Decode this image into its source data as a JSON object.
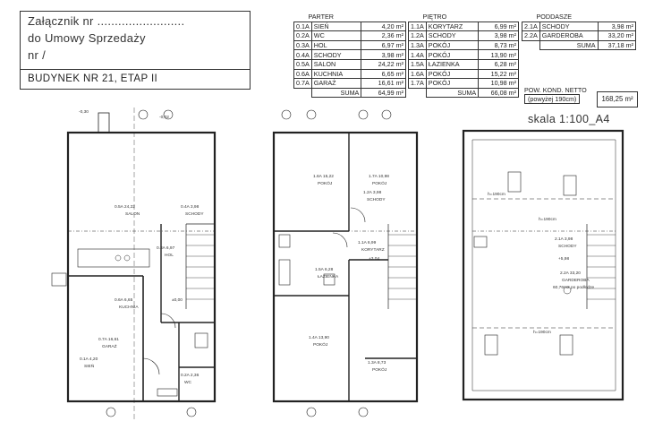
{
  "annex": {
    "line1": "Załącznik nr .........................",
    "line2": "do Umowy Sprzedaży",
    "line3": "nr         /",
    "building": "BUDYNEK NR 21, ETAP II"
  },
  "parter": {
    "title": "PARTER",
    "rows": [
      {
        "code": "0.1A",
        "name": "SIEŃ",
        "area": "4,20 m²"
      },
      {
        "code": "0.2A",
        "name": "WC",
        "area": "2,36 m²"
      },
      {
        "code": "0.3A",
        "name": "HOL",
        "area": "6,97 m²"
      },
      {
        "code": "0.4A",
        "name": "SCHODY",
        "area": "3,98 m²"
      },
      {
        "code": "0.5A",
        "name": "SALON",
        "area": "24,22 m²"
      },
      {
        "code": "0.6A",
        "name": "KUCHNIA",
        "area": "6,65 m²"
      },
      {
        "code": "0.7A",
        "name": "GARAŻ",
        "area": "16,61 m²"
      }
    ],
    "sum_label": "SUMA",
    "sum": "64,99 m²"
  },
  "pietro": {
    "title": "PIĘTRO",
    "rows": [
      {
        "code": "1.1A",
        "name": "KORYTARZ",
        "area": "6,99 m²"
      },
      {
        "code": "1.2A",
        "name": "SCHODY",
        "area": "3,98 m²"
      },
      {
        "code": "1.3A",
        "name": "POKÓJ",
        "area": "8,73 m²"
      },
      {
        "code": "1.4A",
        "name": "POKÓJ",
        "area": "13,90 m²"
      },
      {
        "code": "1.5A",
        "name": "ŁAZIENKA",
        "area": "6,28 m²"
      },
      {
        "code": "1.6A",
        "name": "POKÓJ",
        "area": "15,22 m²"
      },
      {
        "code": "1.7A",
        "name": "POKÓJ",
        "area": "10,98 m²"
      }
    ],
    "sum_label": "SUMA",
    "sum": "66,08 m²"
  },
  "poddasze": {
    "title": "PODDASZE",
    "rows": [
      {
        "code": "2.1A",
        "name": "SCHODY",
        "area": "3,98 m²"
      },
      {
        "code": "2.2A",
        "name": "GARDEROBA",
        "area": "33,20 m²"
      }
    ],
    "sum_label": "SUMA",
    "sum": "37,18 m²"
  },
  "net": {
    "label1": "POW. KOND. NETTO",
    "label2": "(powyżej 190cm)",
    "value": "168,25 m²"
  },
  "scale": "skala 1:100_A4",
  "plan_labels": {
    "ground": [
      {
        "t": "0.5A  24,22"
      },
      {
        "t": "SALON"
      },
      {
        "t": "0.4A  3,98"
      },
      {
        "t": "SCHODY"
      },
      {
        "t": "0.3A  6,97"
      },
      {
        "t": "HOL"
      },
      {
        "t": "0.6A  6,65"
      },
      {
        "t": "KUCHNIA"
      },
      {
        "t": "0.7A  16,61"
      },
      {
        "t": "GARAŻ"
      },
      {
        "t": "0.1A  4,20"
      },
      {
        "t": "SIEŃ"
      },
      {
        "t": "0.2A  2,36"
      },
      {
        "t": "WC"
      },
      {
        "t": "±0,00"
      },
      {
        "t": "-0,30"
      },
      {
        "t": "-0,02"
      }
    ],
    "first": [
      {
        "t": "1.6A  15,22"
      },
      {
        "t": "POKÓJ"
      },
      {
        "t": "1.7A  10,98"
      },
      {
        "t": "POKÓJ"
      },
      {
        "t": "1.2A  3,98"
      },
      {
        "t": "SCHODY"
      },
      {
        "t": "1.1A  6,99"
      },
      {
        "t": "KORYTARZ"
      },
      {
        "t": "1.5A  6,28"
      },
      {
        "t": "ŁAZIENKA"
      },
      {
        "t": "1.4A  13,90"
      },
      {
        "t": "POKÓJ"
      },
      {
        "t": "1.3A  8,73"
      },
      {
        "t": "POKÓJ"
      },
      {
        "t": "+3,04"
      }
    ],
    "attic": [
      {
        "t": "2.1A  3,98"
      },
      {
        "t": "SCHODY"
      },
      {
        "t": "+5,98"
      },
      {
        "t": "2.2A  33,20"
      },
      {
        "t": "GARDEROBA"
      },
      {
        "t": "60,76m2 po podłodze"
      },
      {
        "t": "h=190cm"
      },
      {
        "t": "h=190cm"
      },
      {
        "t": "h=190cm"
      }
    ]
  }
}
